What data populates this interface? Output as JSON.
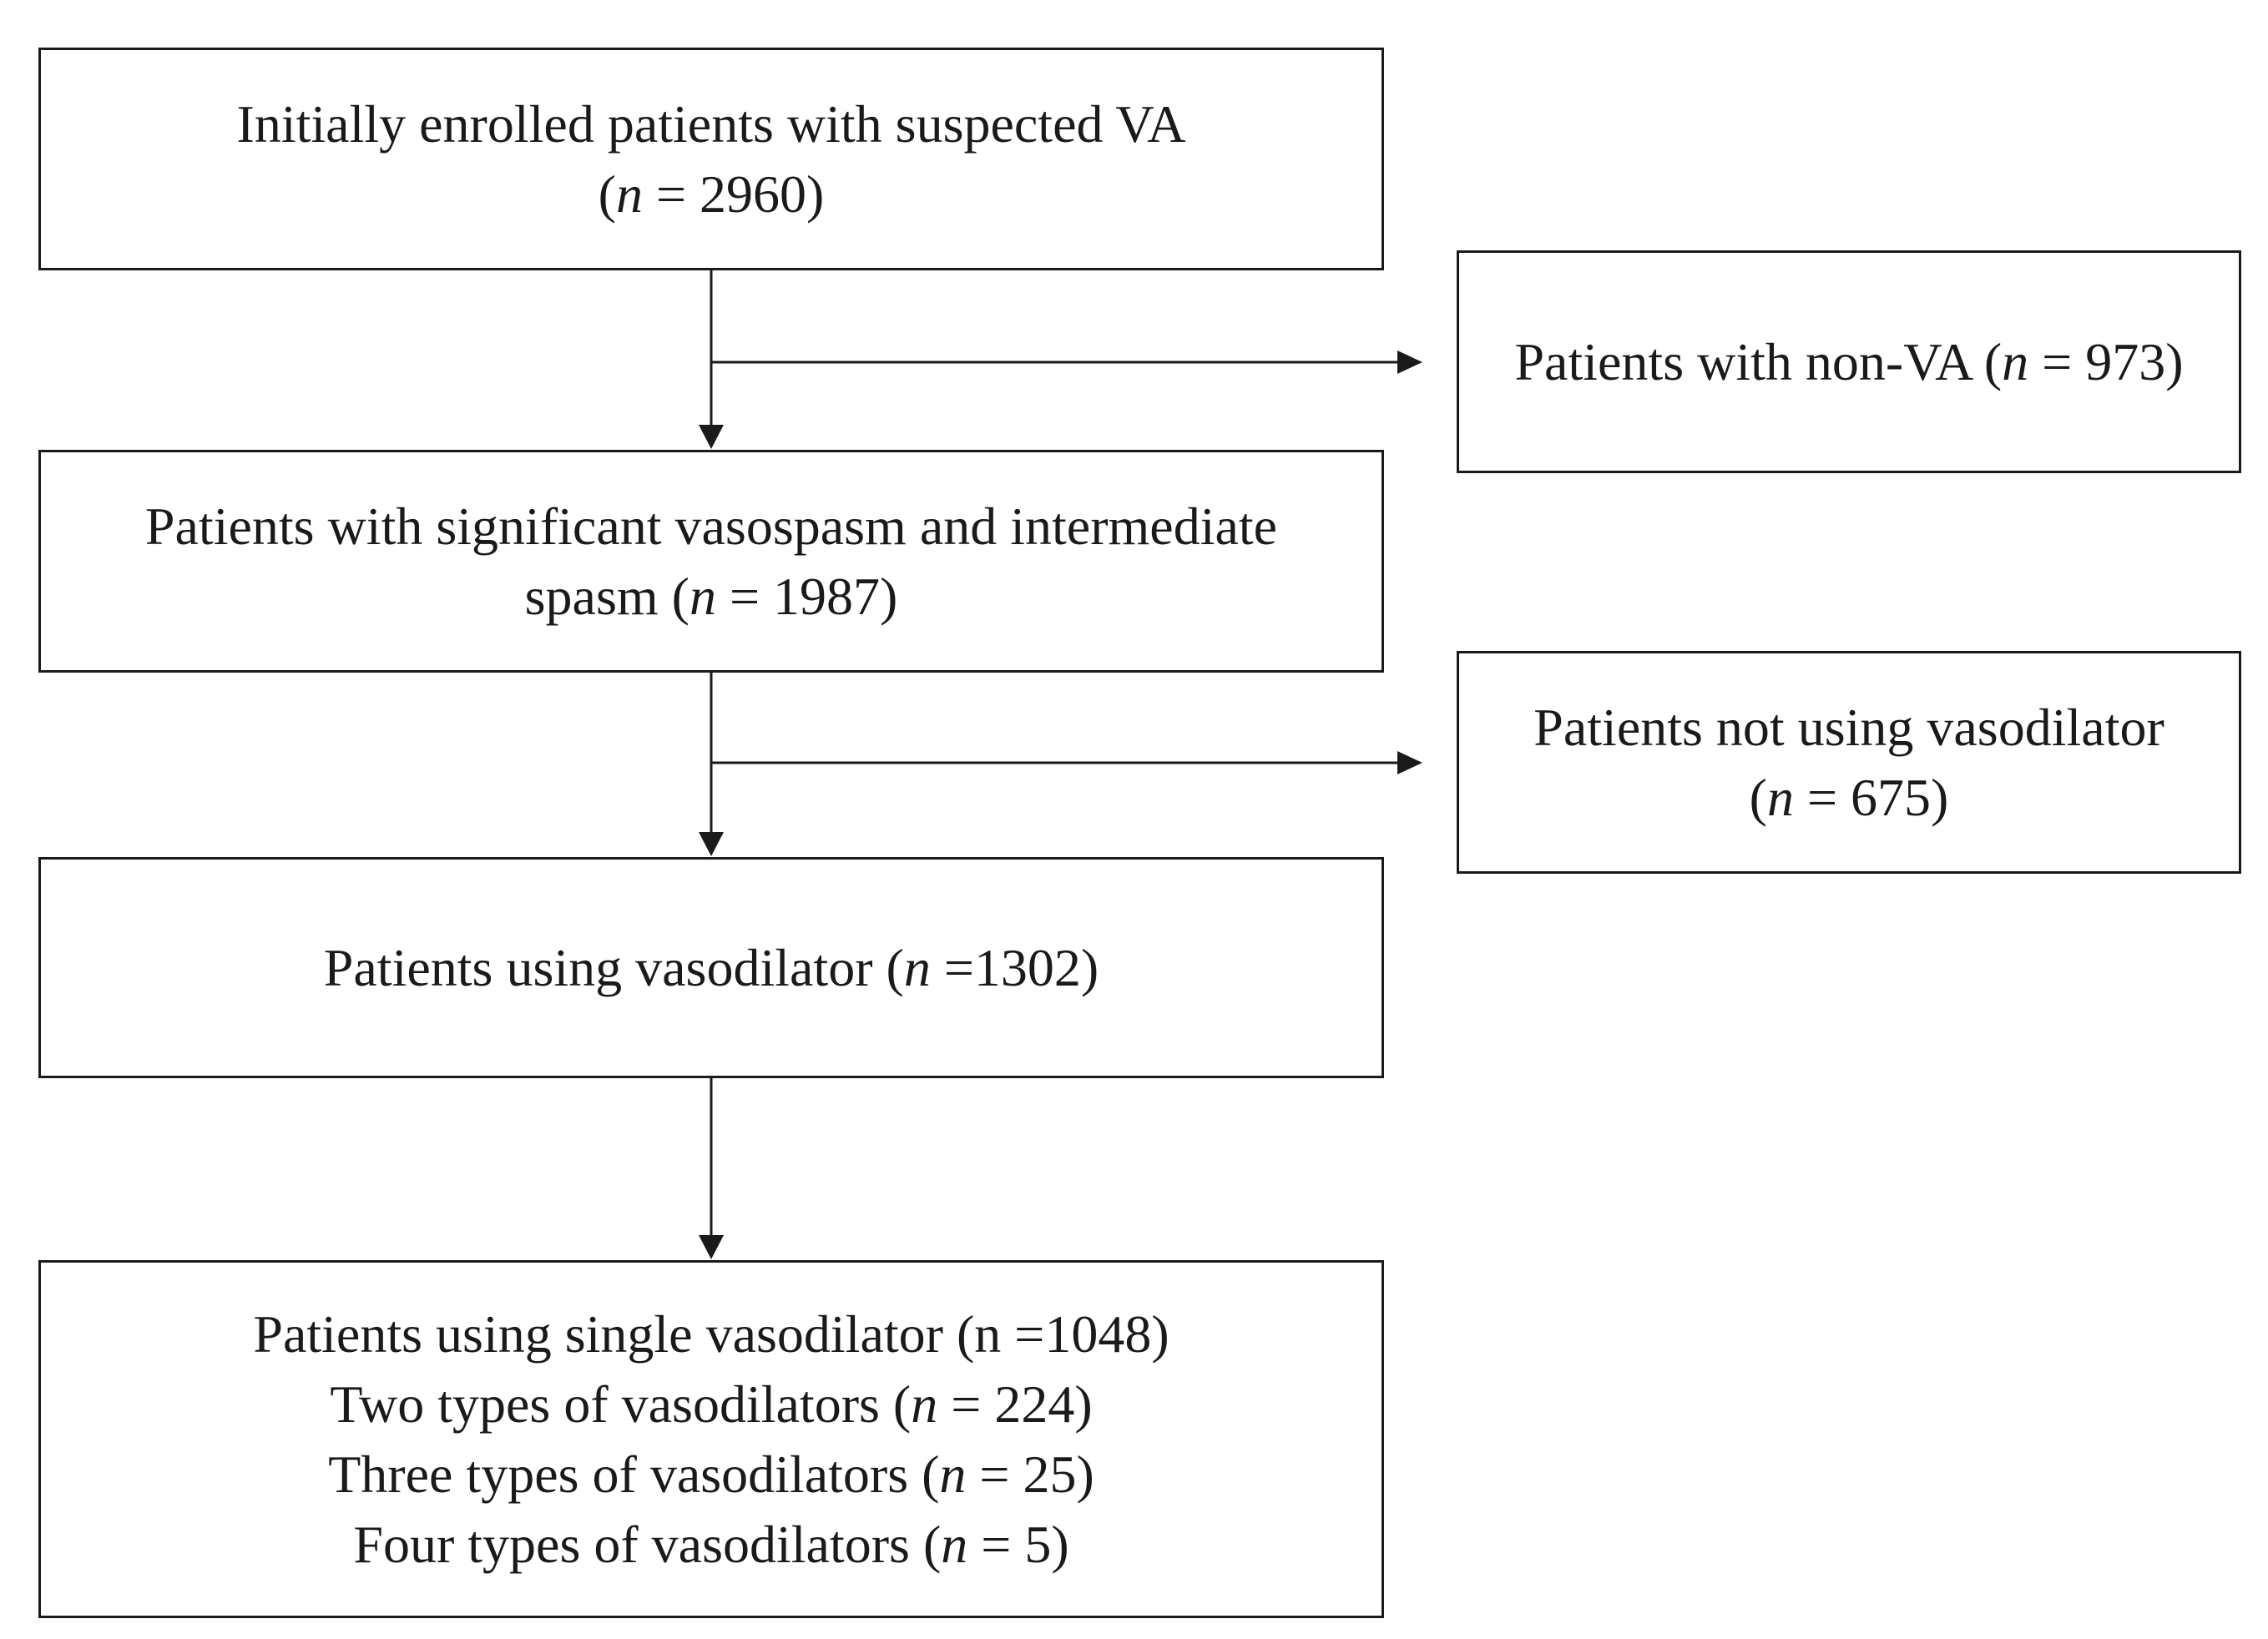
{
  "boxes": {
    "enrolled": {
      "line1": "Initially  enrolled patients with suspected VA",
      "line2_pre": "(",
      "line2_n": "n",
      "line2_post": " = 2960)"
    },
    "significant": {
      "line1": "Patients with significant  vasospasm and intermediate",
      "line2_pre": "spasm (",
      "line2_n": "n",
      "line2_post": " = 1987)"
    },
    "using": {
      "line1_pre": "Patients using vasodilator (",
      "line1_n": "n",
      "line1_post": " =1302)"
    },
    "types": {
      "line1": "Patients using single vasodilator (n =1048)",
      "line2_pre": "Two types of vasodilators (",
      "line2_n": "n",
      "line2_post": " = 224)",
      "line3_pre": "Three types of vasodilators (",
      "line3_n": "n",
      "line3_post": " = 25)",
      "line4_pre": "Four types of vasodilators (",
      "line4_n": "n",
      "line4_post": " = 5)"
    }
  },
  "side_boxes": {
    "non_va": {
      "line1_pre": "Patients with non-VA (",
      "line1_n": "n",
      "line1_post": " = 973)"
    },
    "not_using": {
      "line1": "Patients not using vasodilator",
      "line2_pre": "(",
      "line2_n": "n",
      "line2_post": " = 675)"
    }
  },
  "colors": {
    "stroke": "#1a1a1a",
    "background": "#ffffff"
  }
}
